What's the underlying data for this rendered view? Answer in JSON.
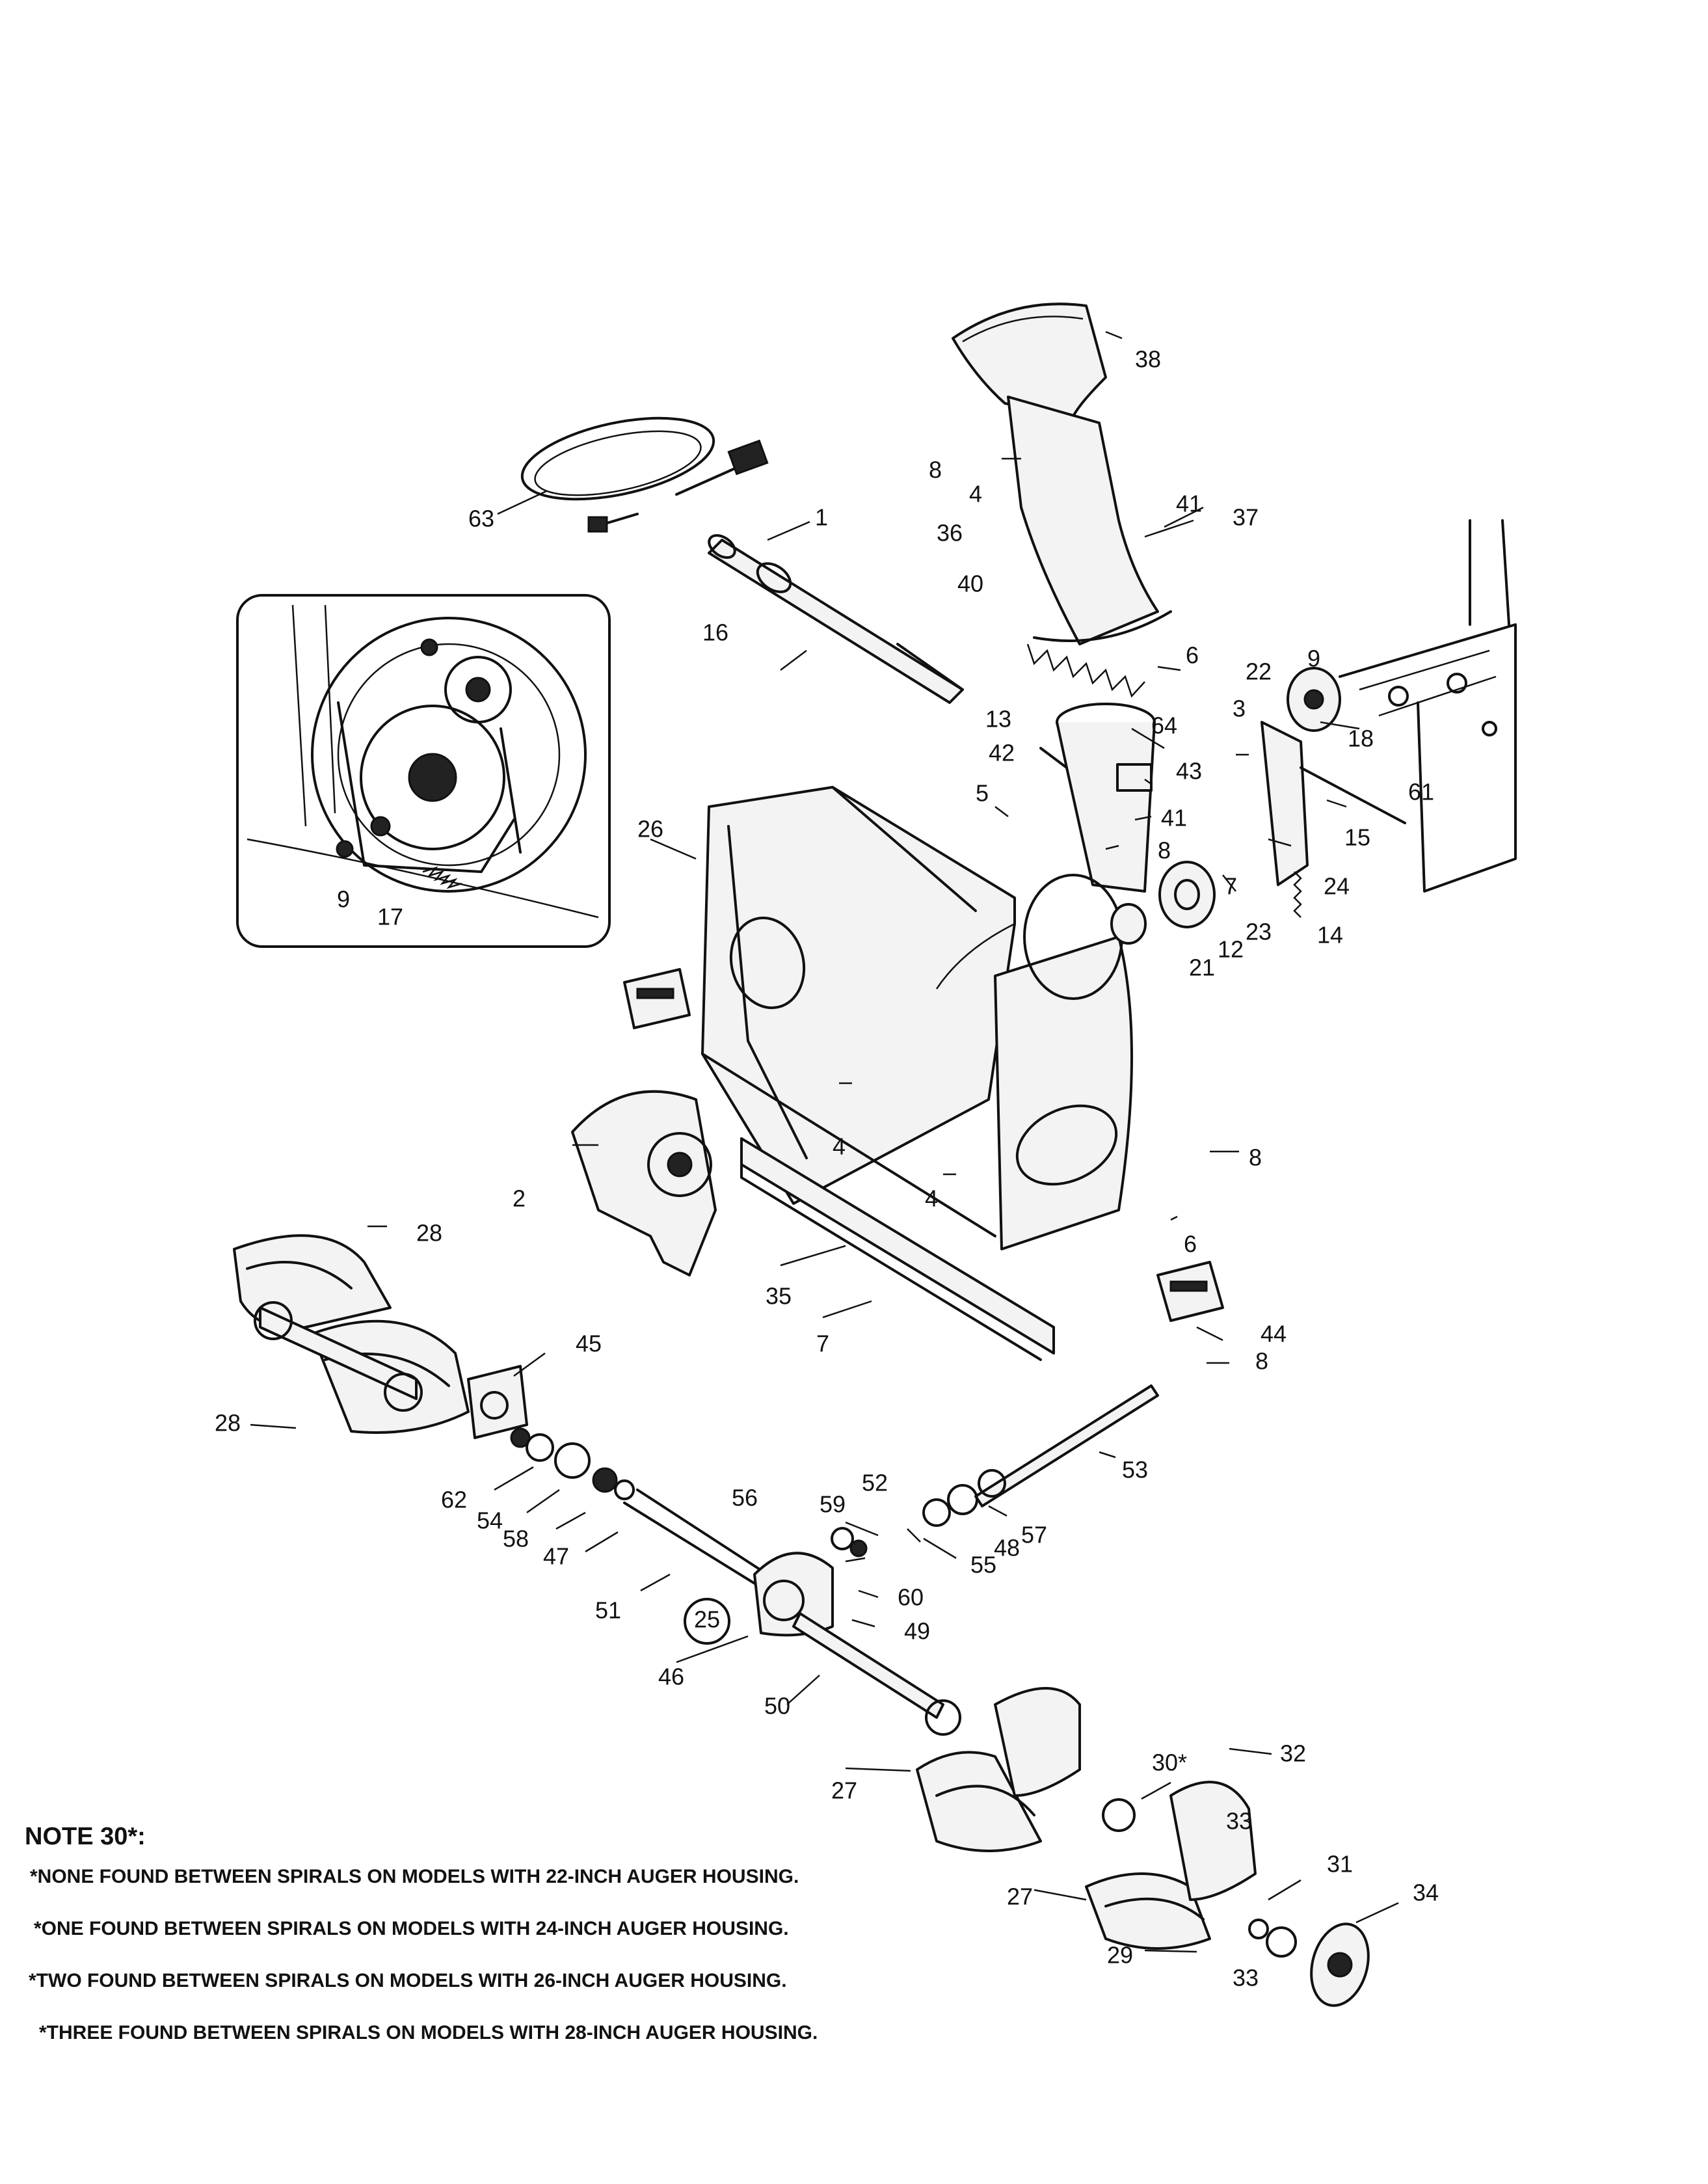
{
  "note": {
    "title": "NOTE 30*:",
    "lines": [
      "*NONE FOUND BETWEEN SPIRALS ON MODELS WITH 22-INCH AUGER HOUSING.",
      "*ONE FOUND BETWEEN SPIRALS ON MODELS WITH 24-INCH AUGER HOUSING.",
      "*TWO FOUND BETWEEN SPIRALS ON MODELS WITH 26-INCH AUGER HOUSING.",
      "*THREE FOUND BETWEEN SPIRALS ON MODELS WITH 28-INCH AUGER HOUSING."
    ]
  },
  "callouts": {
    "c1": "1",
    "c2": "2",
    "c3": "3",
    "c4a": "4",
    "c4b": "4",
    "c4c": "4",
    "c5": "5",
    "c6a": "6",
    "c6b": "6",
    "c7a": "7",
    "c7b": "7",
    "c8a": "8",
    "c8b": "8",
    "c8c": "8",
    "c8d": "8",
    "c9a": "9",
    "c9b": "9",
    "c12": "12",
    "c13": "13",
    "c14": "14",
    "c15": "15",
    "c16": "16",
    "c17": "17",
    "c18": "18",
    "c21": "21",
    "c22": "22",
    "c23": "23",
    "c24": "24",
    "c25": "25",
    "c26": "26",
    "c27a": "27",
    "c27b": "27",
    "c28a": "28",
    "c28b": "28",
    "c29": "29",
    "c30": "30*",
    "c31": "31",
    "c32": "32",
    "c33a": "33",
    "c33b": "33",
    "c34": "34",
    "c35": "35",
    "c36": "36",
    "c37": "37",
    "c38": "38",
    "c40": "40",
    "c41a": "41",
    "c41b": "41",
    "c42": "42",
    "c43": "43",
    "c44": "44",
    "c45": "45",
    "c46": "46",
    "c47": "47",
    "c48": "48",
    "c49": "49",
    "c50": "50",
    "c51": "51",
    "c52": "52",
    "c53": "53",
    "c54": "54",
    "c55": "55",
    "c56": "56",
    "c57": "57",
    "c58": "58",
    "c59": "59",
    "c60": "60",
    "c61": "61",
    "c62": "62",
    "c63": "63",
    "c64": "64"
  }
}
